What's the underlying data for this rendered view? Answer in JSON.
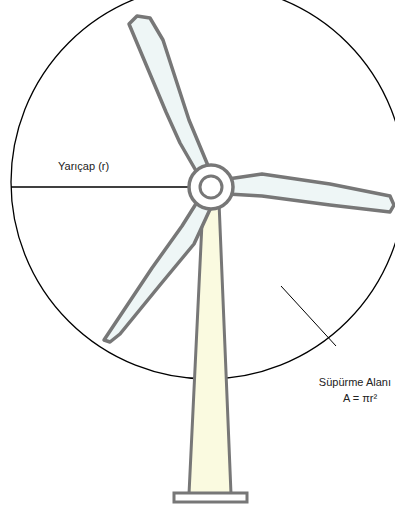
{
  "diagram": {
    "labels": [
      "Yarıçap (r)",
      "Süpürme Alanı",
      "A = πr²"
    ]
  }
}
